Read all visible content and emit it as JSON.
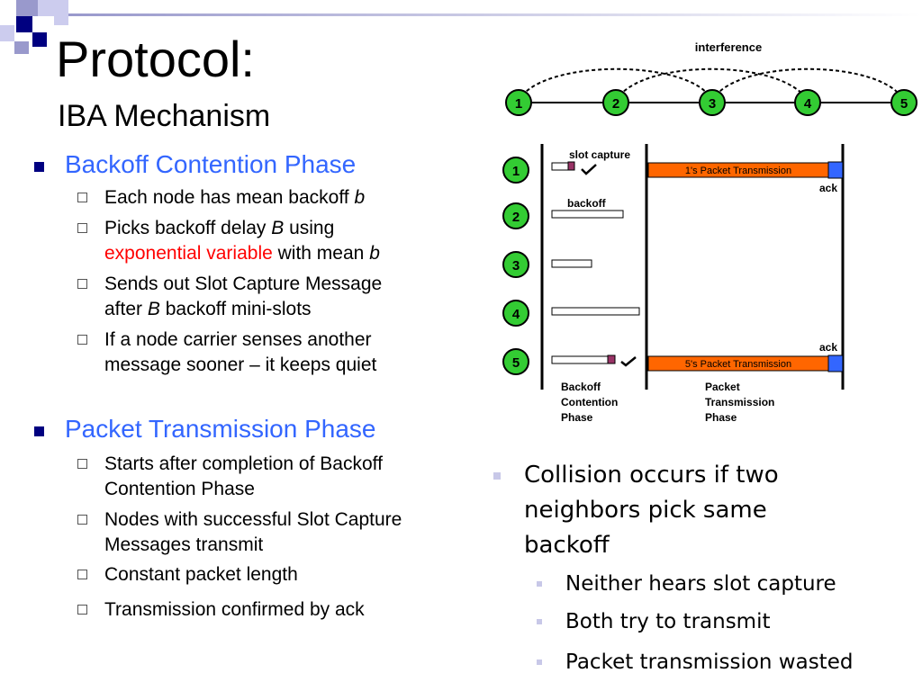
{
  "slide": {
    "title": "Protocol:",
    "subtitle": "IBA Mechanism",
    "colors": {
      "bullet_heading": "#3366ff",
      "highlight": "#ff0000",
      "tx_bar": "#ff6600",
      "ack": "#3366ff",
      "node_fill": "#33cc33",
      "capture_slot": "#993366"
    }
  },
  "left": {
    "section1": {
      "heading": "Backoff Contention Phase",
      "items": [
        {
          "pre": "Each node has mean backoff ",
          "ital": "b"
        },
        {
          "pre": "Picks backoff delay ",
          "ital": "B",
          "post": " using"
        },
        {
          "red": "exponential variable",
          "post": " with mean ",
          "ital": "b"
        },
        {
          "pre": "Sends out Slot Capture Message"
        },
        {
          "pre": "after ",
          "ital": "B",
          "post": "  backoff mini-slots"
        },
        {
          "pre": "If a node carrier senses another"
        },
        {
          "pre": "message sooner – it keeps quiet"
        }
      ]
    },
    "section2": {
      "heading": "Packet Transmission Phase",
      "items": [
        "Starts after completion of  Backoff",
        "Contention Phase",
        "Nodes with successful Slot Capture",
        "Messages transmit",
        "Constant packet length",
        "Transmission confirmed by ack"
      ]
    }
  },
  "right": {
    "main": [
      "Collision occurs if two",
      "neighbors pick same",
      "backoff"
    ],
    "subs": [
      "Neither hears slot capture",
      "Both try to transmit",
      "Packet transmission wasted"
    ]
  },
  "topology": {
    "label": "interference",
    "nodes": [
      "1",
      "2",
      "3",
      "4",
      "5"
    ]
  },
  "timing": {
    "nodes": [
      "1",
      "2",
      "3",
      "4",
      "5"
    ],
    "slot_capture_label": "slot capture",
    "backoff_label": "backoff",
    "tx1_label": "1's Packet Transmission",
    "tx5_label": "5's Packet Transmission",
    "ack_label": "ack",
    "phase1": [
      "Backoff",
      "Contention",
      "Phase"
    ],
    "phase2": [
      "Packet",
      "Transmission",
      "Phase"
    ]
  }
}
